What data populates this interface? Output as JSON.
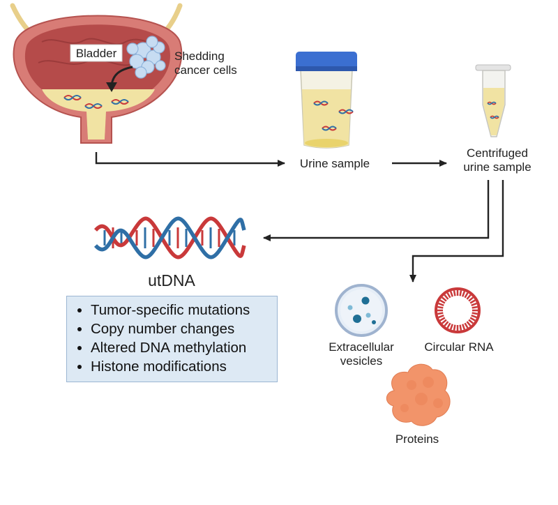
{
  "labels": {
    "bladder": "Bladder",
    "shedding_line1": "Shedding",
    "shedding_line2": "cancer cells",
    "urine_sample": "Urine sample",
    "centrifuged_line1": "Centrifuged",
    "centrifuged_line2": "urine sample",
    "utdna": "utDNA",
    "ev_line1": "Extracellular",
    "ev_line2": "vesicles",
    "circular_rna": "Circular RNA",
    "proteins": "Proteins"
  },
  "utdna_features": [
    "Tumor-specific mutations",
    "Copy number changes",
    "Altered DNA methylation",
    "Histone modifications"
  ],
  "colors": {
    "bladder_tissue": "#c9696a",
    "bladder_inner": "#a84445",
    "urine": "#f1e3a3",
    "lid": "#3b6fd1",
    "dna_red": "#c9393a",
    "dna_blue": "#2f6fa6",
    "vesicle": "#1f6f95",
    "rna": "#c9393a",
    "protein": "#f2946a"
  }
}
